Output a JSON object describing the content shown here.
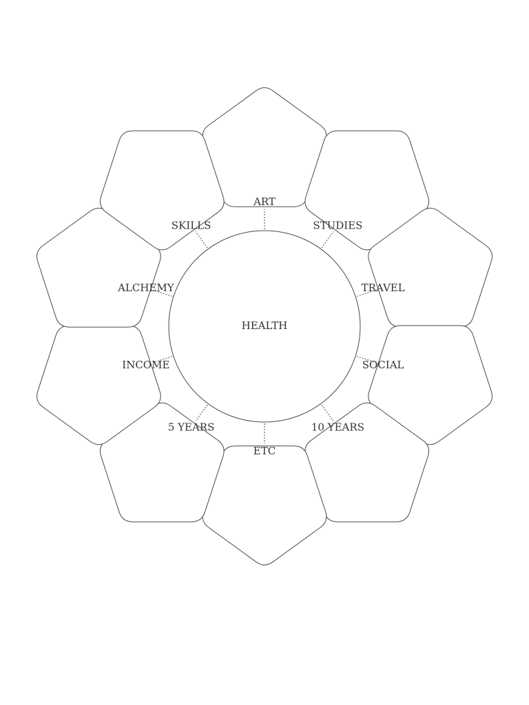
{
  "center": {
    "label": "HEALTH"
  },
  "petals": [
    {
      "id": "art",
      "label": "ART"
    },
    {
      "id": "studies",
      "label": "STUDIES"
    },
    {
      "id": "travel",
      "label": "TRAVEL"
    },
    {
      "id": "social",
      "label": "SOCIAL"
    },
    {
      "id": "10-years",
      "label": "10 YEARS"
    },
    {
      "id": "etc",
      "label": "ETC"
    },
    {
      "id": "5-years",
      "label": "5 YEARS"
    },
    {
      "id": "income",
      "label": "INCOME"
    },
    {
      "id": "alchemy",
      "label": "ALCHEMY"
    },
    {
      "id": "skills",
      "label": "SKILLS"
    }
  ],
  "colors": {
    "stroke": "#4a4a4a",
    "text": "#333333",
    "background": "#ffffff"
  }
}
